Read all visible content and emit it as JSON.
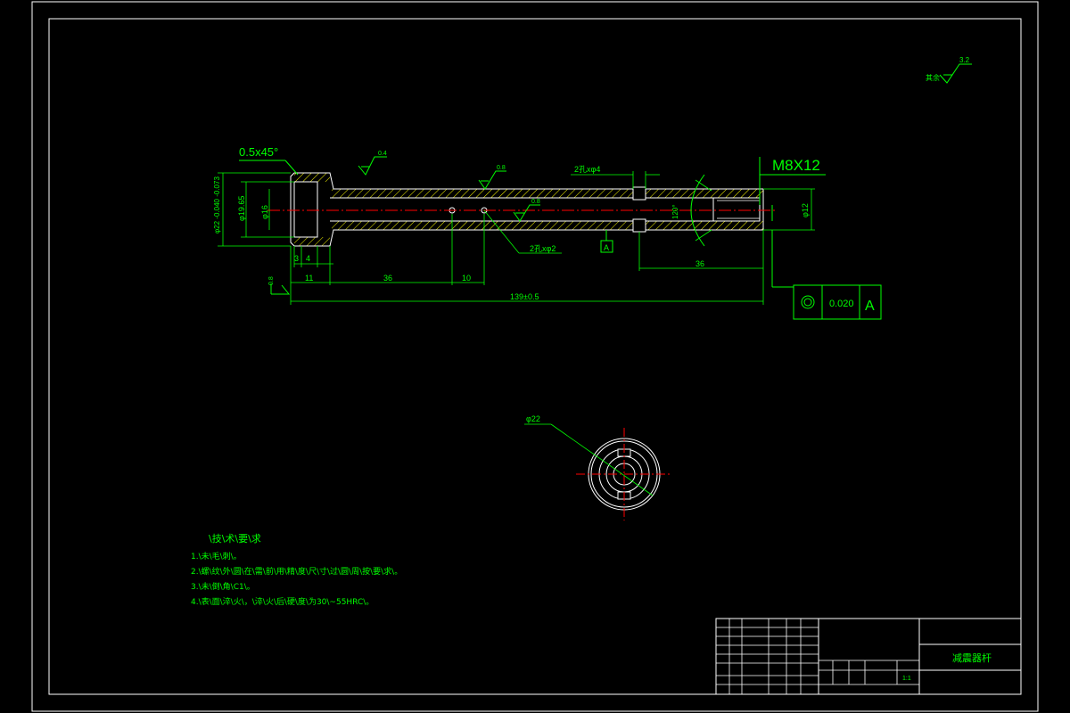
{
  "colors": {
    "background": "#000000",
    "frame": "#ffffff",
    "geometry": "#00ff00",
    "outline": "#ffffff",
    "centerline": "#ff0000",
    "hatch": "#ffff00"
  },
  "drawing": {
    "chamfer_label": "0.5x45°",
    "thread_label": "M8X12",
    "roughness": {
      "general": "3.2",
      "general_word": "其余",
      "top_left": "0.4",
      "top_mid": "0.8",
      "inner": "0.8",
      "left_datum": "0.8"
    },
    "dims": {
      "dia_22_tol": "φ22 -0.040 -0.073",
      "dia_19_65": "φ19.65",
      "dia_16": "φ16",
      "dia_12": "φ12",
      "hole_4": "2孔xφ4",
      "hole_2": "2孔xφ2",
      "angle": "120°",
      "d3": "3",
      "d4": "4",
      "d11": "11",
      "d36a": "36",
      "d10": "10",
      "d36b": "36",
      "d139": "139±0.5",
      "dia_22_end": "φ22"
    },
    "tolerance_frame": {
      "symbol": "concentricity-icon",
      "value": "0.020",
      "datum": "A"
    },
    "datum_label": "A"
  },
  "notes": {
    "title": "\\技\\术\\要\\求",
    "items": [
      "1.\\未\\毛\\刺\\。",
      "2.\\螺\\纹\\外\\圆\\在\\需\\前\\用\\精\\度\\尺\\寸\\过\\圆\\周\\按\\要\\求\\。",
      "3.\\未\\倒\\角\\C1\\。",
      "4.\\表\\面\\淬\\火\\，\\淬\\火\\后\\硬\\度\\为30\\~55HRC\\。"
    ]
  },
  "title_block": {
    "part_name": "减震器杆",
    "scale": "1:1"
  }
}
